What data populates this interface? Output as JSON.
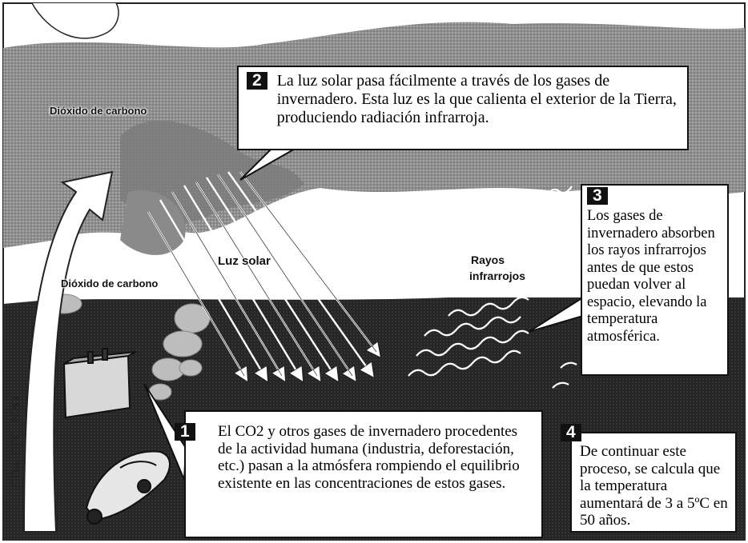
{
  "labels": {
    "co2_top": "Dióxido de carbono",
    "co2_bottom": "Dióxido de carbono",
    "luz_solar": "Luz solar",
    "rayos_infrarrojos_1": "Rayos",
    "rayos_infrarrojos_2": "infrarrojos",
    "gases_vertical": "CH4, CFC, N2O..."
  },
  "steps": [
    {
      "number": "1",
      "text": "El CO2 y otros gases de invernadero procedentes de la actividad humana (industria, deforestación, etc.) pasan a la atmósfera rompiendo el equilibrio existente en las concentraciones de estos gases."
    },
    {
      "number": "2",
      "text": "La luz solar pasa fácilmente a través de los gases de invernadero. Esta luz es la que calienta el exterior de la Tierra, produciendo radiación infrarroja."
    },
    {
      "number": "3",
      "text": "Los gases de invernadero absorben los rayos infrarrojos antes de que estos puedan volver al espacio, elevando la temperatura atmosférica."
    },
    {
      "number": "4",
      "text": "De continuar este proceso, se calcula que la temperatura aumentará de 3 a 5ºC en 50 años."
    }
  ],
  "colors": {
    "ground": "#2a2a2a",
    "atmosphere": "#9a9a9a",
    "box_border": "#111111",
    "number_bg": "#111111"
  }
}
